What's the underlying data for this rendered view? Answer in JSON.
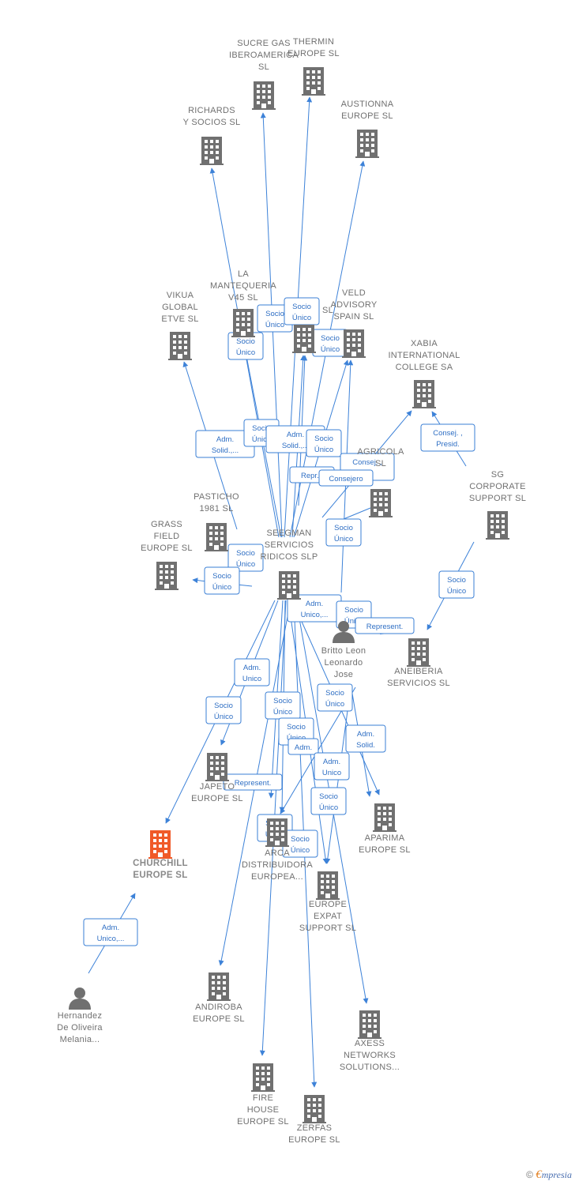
{
  "colors": {
    "edge": "#3d82d8",
    "building": "#707070",
    "focus": "#f05a28",
    "person": "#707070"
  },
  "nodes": [
    {
      "id": "sucre",
      "type": "company",
      "lines": [
        "SUCRE GAS",
        "IBEROAMERICA",
        "SL"
      ]
    },
    {
      "id": "thermin",
      "type": "company",
      "lines": [
        "THERMIN",
        "EUROPE SL"
      ]
    },
    {
      "id": "richards",
      "type": "company",
      "lines": [
        "RICHARDS",
        "Y SOCIOS SL"
      ]
    },
    {
      "id": "austionna",
      "type": "company",
      "lines": [
        "AUSTIONNA",
        "EUROPE SL"
      ]
    },
    {
      "id": "vikua",
      "type": "company",
      "lines": [
        "VIKUA",
        "GLOBAL",
        "ETVE SL"
      ]
    },
    {
      "id": "lamante",
      "type": "company",
      "lines": [
        "LA",
        "MANTEQUERIA",
        "V45 SL"
      ]
    },
    {
      "id": "sl_mid",
      "type": "company",
      "lines": [
        "SL"
      ]
    },
    {
      "id": "veld",
      "type": "company",
      "lines": [
        "VELD",
        "ADVISORY",
        "SPAIN SL"
      ]
    },
    {
      "id": "xabia",
      "type": "company",
      "lines": [
        "XABIA",
        "INTERNATIONAL",
        "COLLEGE SA"
      ]
    },
    {
      "id": "agricola",
      "type": "company",
      "lines": [
        "AGRICOLA",
        "SL"
      ]
    },
    {
      "id": "sgcorp",
      "type": "company",
      "lines": [
        "SG",
        "CORPORATE",
        "SUPPORT SL"
      ]
    },
    {
      "id": "pasticho",
      "type": "company",
      "lines": [
        "PASTICHO",
        "1981 SL"
      ]
    },
    {
      "id": "grass",
      "type": "company",
      "lines": [
        "GRASS",
        "FIELD",
        "EUROPE SL"
      ]
    },
    {
      "id": "seegman",
      "type": "company",
      "lines": [
        "SEEGMAN",
        "SERVICIOS",
        "RIDICOS SLP"
      ]
    },
    {
      "id": "britto",
      "type": "person",
      "lines": [
        "Britto Leon",
        "Leonardo",
        "Jose"
      ]
    },
    {
      "id": "aneiberia",
      "type": "company",
      "lines": [
        "ANEIBERIA",
        "SERVICIOS SL"
      ]
    },
    {
      "id": "japeto",
      "type": "company",
      "lines": [
        "JAPETO",
        "EUROPE SL"
      ]
    },
    {
      "id": "churchill",
      "type": "focus",
      "lines": [
        "CHURCHILL",
        "EUROPE SL"
      ]
    },
    {
      "id": "arca",
      "type": "company",
      "lines": [
        "ARCA",
        "DISTRIBUIDORA",
        "EUROPEA..."
      ]
    },
    {
      "id": "aparima",
      "type": "company",
      "lines": [
        "APARIMA",
        "EUROPE SL"
      ]
    },
    {
      "id": "expat",
      "type": "company",
      "lines": [
        "EUROPE",
        "EXPAT",
        "SUPPORT SL"
      ]
    },
    {
      "id": "andiroba",
      "type": "company",
      "lines": [
        "ANDIROBA",
        "EUROPE SL"
      ]
    },
    {
      "id": "hernandez",
      "type": "person",
      "lines": [
        "Hernandez",
        "De Oliveira",
        "Melania..."
      ]
    },
    {
      "id": "axess",
      "type": "company",
      "lines": [
        "AXESS",
        "NETWORKS",
        "SOLUTIONS..."
      ]
    },
    {
      "id": "firehouse",
      "type": "company",
      "lines": [
        "FIRE",
        "HOUSE",
        "EUROPE SL"
      ]
    },
    {
      "id": "zerfas",
      "type": "company",
      "lines": [
        "ZERFAS",
        "EUROPE SL"
      ]
    }
  ],
  "edge_labels": [
    {
      "lines": [
        "Socio",
        "Único"
      ]
    },
    {
      "lines": [
        "Socio",
        "Único"
      ]
    },
    {
      "lines": [
        "Socio",
        "Único"
      ]
    },
    {
      "lines": [
        "Socio",
        "Único"
      ]
    },
    {
      "lines": [
        "Adm.",
        "Solid.,..."
      ]
    },
    {
      "lines": [
        "Socio",
        "Único"
      ]
    },
    {
      "lines": [
        "Adm.",
        "Solid.,..."
      ]
    },
    {
      "lines": [
        "Socio",
        "Único"
      ]
    },
    {
      "lines": [
        "Consej. ,",
        "Presid."
      ]
    },
    {
      "lines": [
        "Consej. ,",
        "..."
      ]
    },
    {
      "lines": [
        "Repr..."
      ]
    },
    {
      "lines": [
        "Consejero"
      ]
    },
    {
      "lines": [
        "Socio",
        "Único"
      ]
    },
    {
      "lines": [
        "Socio",
        "Único"
      ]
    },
    {
      "lines": [
        "Socio",
        "Único"
      ]
    },
    {
      "lines": [
        "Adm.",
        "Unico"
      ]
    },
    {
      "lines": [
        "Adm.",
        "Unico,..."
      ]
    },
    {
      "lines": [
        "Socio",
        "Único"
      ]
    },
    {
      "lines": [
        "Represent."
      ]
    },
    {
      "lines": [
        "Socio",
        "Único"
      ]
    },
    {
      "lines": [
        "Socio",
        "Único"
      ]
    },
    {
      "lines": [
        "Socio",
        "Único"
      ]
    },
    {
      "lines": [
        "Socio",
        "Único"
      ]
    },
    {
      "lines": [
        "Adm."
      ]
    },
    {
      "lines": [
        "Adm.",
        "Solid."
      ]
    },
    {
      "lines": [
        "Adm.",
        "Unico"
      ]
    },
    {
      "lines": [
        "Represent."
      ]
    },
    {
      "lines": [
        "Socio",
        "Único"
      ]
    },
    {
      "lines": [
        "Socio",
        "Único"
      ]
    },
    {
      "lines": [
        "Socio",
        "Único"
      ]
    },
    {
      "lines": [
        "Socio",
        "Único"
      ]
    },
    {
      "lines": [
        "Adm.",
        "Unico,..."
      ]
    }
  ],
  "brand": {
    "copyright": "©",
    "e": "€",
    "rest": "mpresia"
  }
}
